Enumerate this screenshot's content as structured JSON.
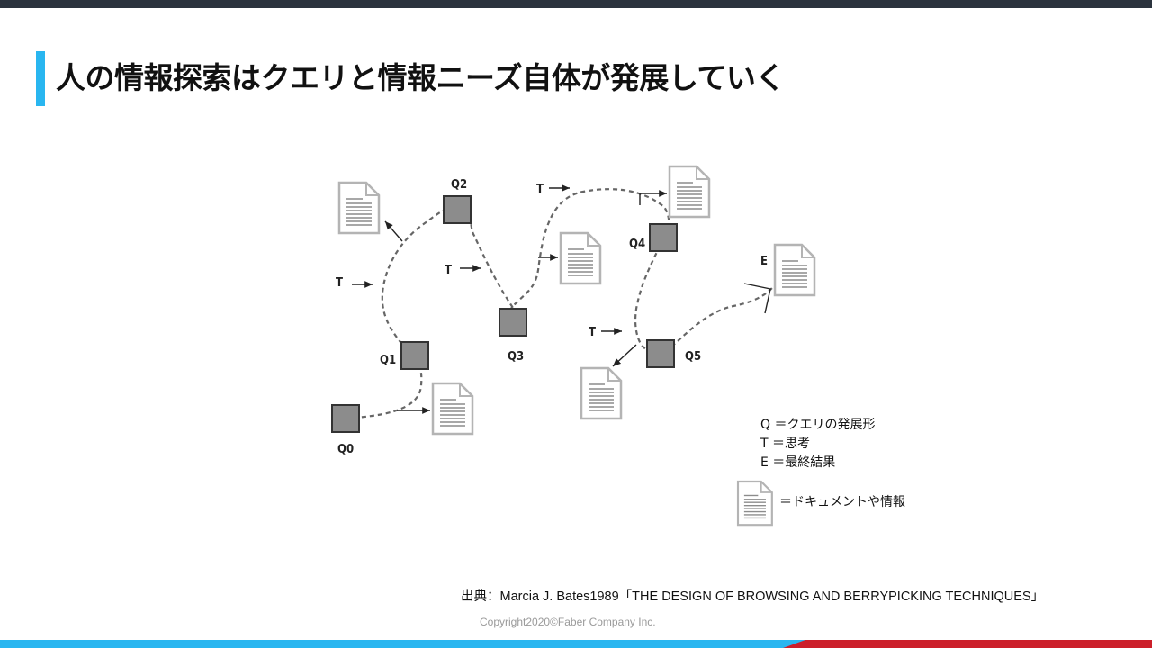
{
  "slide": {
    "title": "人の情報探索はクエリと情報ニーズ自体が発展していく"
  },
  "diagram": {
    "labels": {
      "q0": "Q0",
      "q1": "Q1",
      "q2": "Q2",
      "q3": "Q3",
      "q4": "Q4",
      "q5": "Q5",
      "t": "T",
      "e": "E"
    }
  },
  "legend": {
    "q": "Q ＝クエリの発展形",
    "t": "T ＝思考",
    "e": "E ＝最終結果",
    "doc": "＝ドキュメントや情報"
  },
  "source": "出典：Marcia J. Bates1989「THE DESIGN OF BROWSING AND BERRYPICKING TECHNIQUES」",
  "copyright": "Copyright2020©Faber Company Inc.",
  "colors": {
    "accent": "#29b6f0",
    "top_bar": "#2b333e",
    "bottom_red": "#cc1f2a",
    "query_box": "#8c8c8c"
  }
}
